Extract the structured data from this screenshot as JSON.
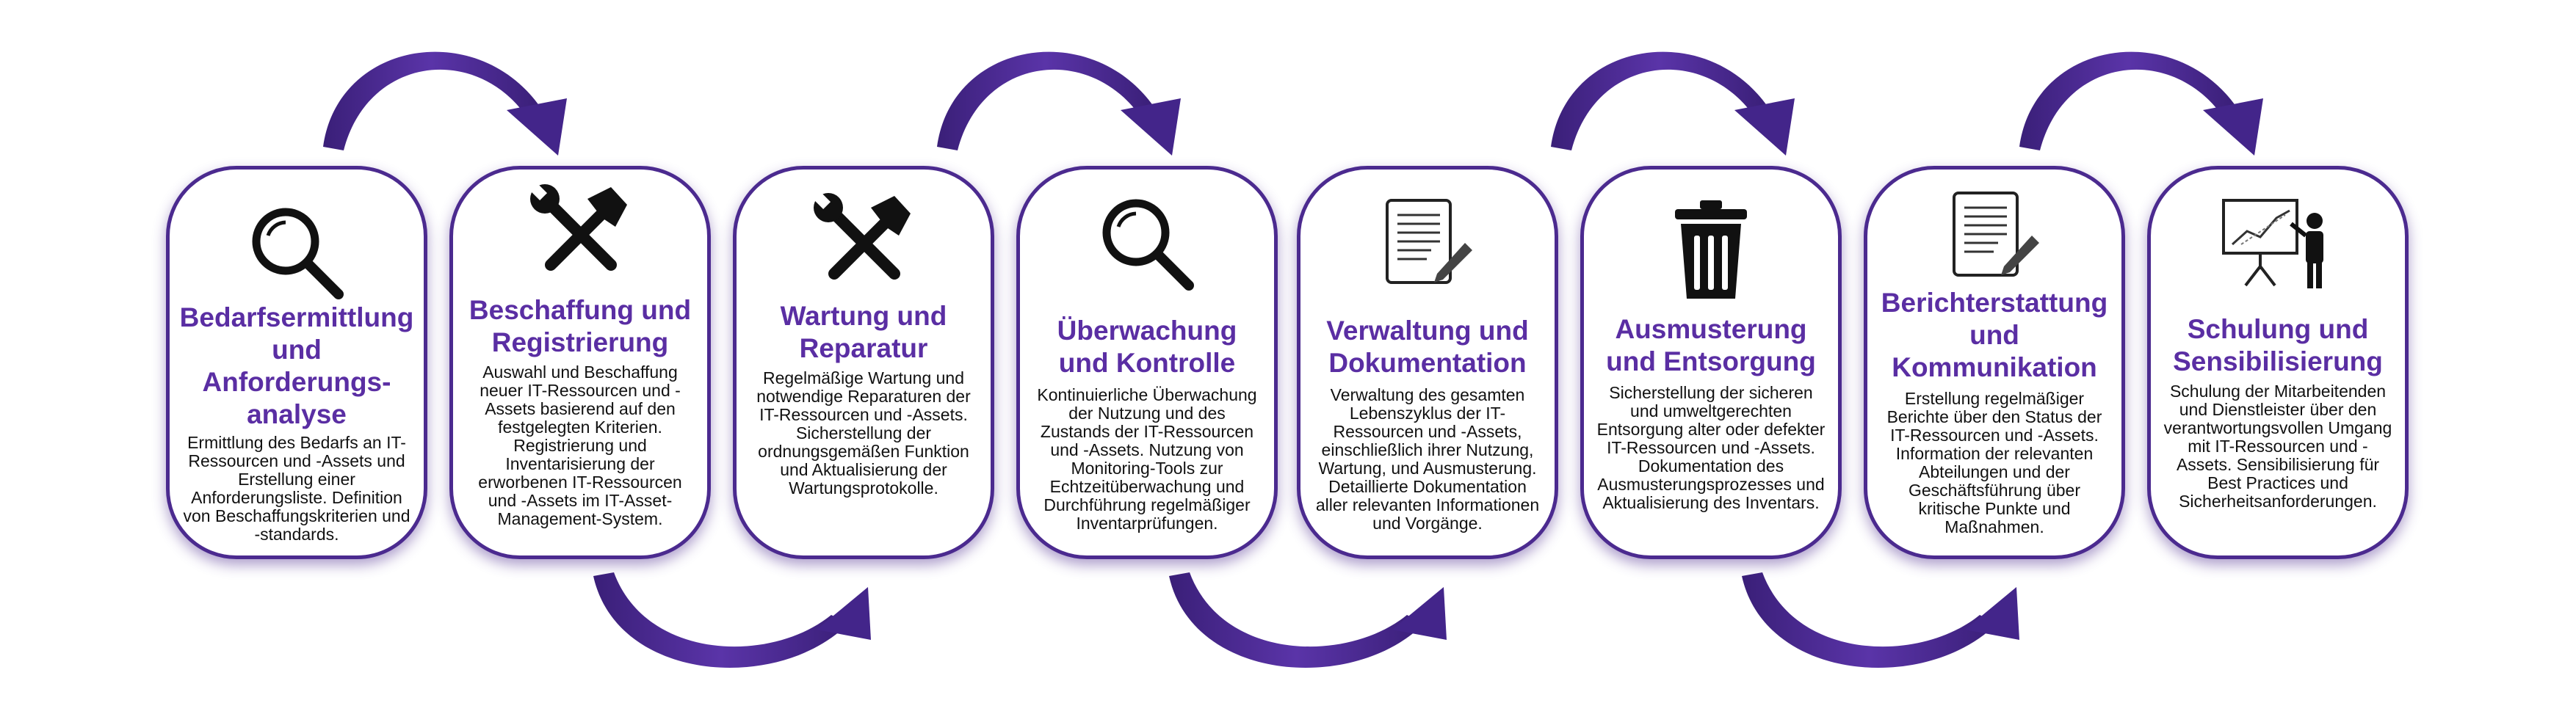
{
  "colors": {
    "accent": "#4b2a8f",
    "title": "#5a2ea3",
    "text": "#111111"
  },
  "steps": [
    {
      "icon": "magnifier-icon",
      "title": [
        "Bedarfsermittlung",
        "und",
        "Anforderungs-",
        "analyse"
      ],
      "desc": [
        "Ermittlung des Bedarfs an IT-",
        "Ressourcen und -Assets und",
        "Erstellung einer",
        "Anforderungsliste. Definition",
        "von Beschaffungskriterien und",
        "-standards."
      ]
    },
    {
      "icon": "tools-icon",
      "title": [
        "Beschaffung und",
        "Registrierung"
      ],
      "desc": [
        "Auswahl und Beschaffung",
        "neuer IT-Ressourcen und -",
        "Assets basierend auf den",
        "festgelegten Kriterien.",
        "Registrierung und",
        "Inventarisierung der",
        "erworbenen IT-Ressourcen",
        "und -Assets im IT-Asset-",
        "Management-System."
      ]
    },
    {
      "icon": "tools-icon",
      "title": [
        "Wartung und",
        "Reparatur"
      ],
      "desc": [
        "Regelmäßige Wartung und",
        "notwendige Reparaturen der",
        "IT-Ressourcen und -Assets.",
        "Sicherstellung der",
        "ordnungsgemäßen Funktion",
        "und Aktualisierung der",
        "Wartungsprotokolle."
      ]
    },
    {
      "icon": "magnifier-icon",
      "title": [
        "Überwachung",
        "und Kontrolle"
      ],
      "desc": [
        "Kontinuierliche Überwachung",
        "der Nutzung und des",
        "Zustands der IT-Ressourcen",
        "und -Assets. Nutzung von",
        "Monitoring-Tools zur",
        "Echtzeitüberwachung und",
        "Durchführung regelmäßiger",
        "Inventarprüfungen."
      ]
    },
    {
      "icon": "document-edit-icon",
      "title": [
        "Verwaltung und",
        "Dokumentation"
      ],
      "desc": [
        "Verwaltung des gesamten",
        "Lebenszyklus der IT-",
        "Ressourcen und -Assets,",
        "einschließlich ihrer Nutzung,",
        "Wartung, und Ausmusterung.",
        "Detaillierte Dokumentation",
        "aller relevanten Informationen",
        "und Vorgänge."
      ]
    },
    {
      "icon": "trash-icon",
      "title": [
        "Ausmusterung",
        "und Entsorgung"
      ],
      "desc": [
        "Sicherstellung der sicheren",
        "und umweltgerechten",
        "Entsorgung alter oder defekter",
        "IT-Ressourcen und -Assets.",
        "Dokumentation des",
        "Ausmusterungsprozesses und",
        "Aktualisierung des Inventars."
      ]
    },
    {
      "icon": "document-edit-icon",
      "title": [
        "Berichterstattung",
        "und",
        "Kommunikation"
      ],
      "desc": [
        "Erstellung regelmäßiger",
        "Berichte über den Status der",
        "IT-Ressourcen und -Assets.",
        "Information der relevanten",
        "Abteilungen und der",
        "Geschäftsführung über",
        "kritische Punkte und",
        "Maßnahmen."
      ]
    },
    {
      "icon": "presentation-icon",
      "title": [
        "Schulung und",
        "Sensibilisierung"
      ],
      "desc": [
        "Schulung der Mitarbeitenden",
        "und Dienstleister über den",
        "verantwortungsvollen Umgang",
        "mit IT-Ressourcen und -",
        "Assets. Sensibilisierung für",
        "Best Practices und",
        "Sicherheitsanforderungen."
      ]
    }
  ]
}
